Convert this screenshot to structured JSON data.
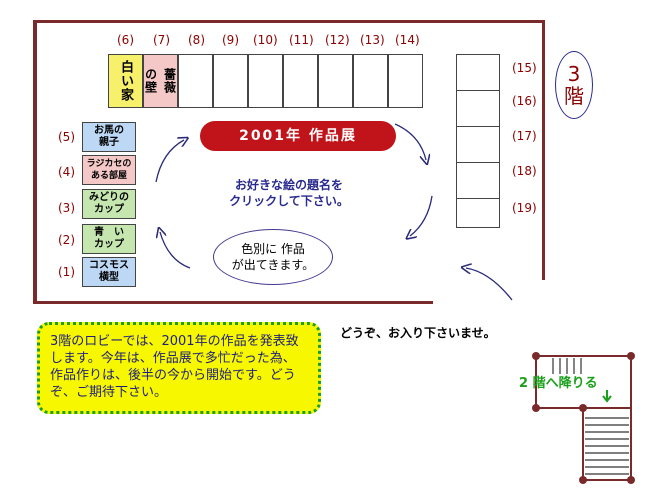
{
  "floor_badge": {
    "number": "3",
    "label": "階"
  },
  "banner": {
    "title": "2001年 作品展"
  },
  "instruction": {
    "line1": "お好きな絵の題名を",
    "line2": "クリックして下さい。"
  },
  "ellipse": {
    "line1": "色別に 作品",
    "line2": "が出てきます。"
  },
  "top_numbers": [
    "(6)",
    "(7)",
    "(8)",
    "(9)",
    "(10)",
    "(11)",
    "(12)",
    "(13)",
    "(14)"
  ],
  "right_numbers": [
    "(15)",
    "(16)",
    "(17)",
    "(18)",
    "(19)"
  ],
  "left_numbers": [
    "(5)",
    "(4)",
    "(3)",
    "(2)",
    "(1)"
  ],
  "works": {
    "w6": "白い家",
    "w7a": "の壁",
    "w7b": "薔薇",
    "w5": [
      "お馬の",
      "親子"
    ],
    "w4": [
      "ラジカセの",
      "ある部屋"
    ],
    "w3": [
      "みどりの",
      "カップ"
    ],
    "w2": [
      "青　い",
      "カップ"
    ],
    "w1": [
      "コスモス",
      "横型"
    ]
  },
  "note": {
    "text": "3階のロビーでは、2001年の作品を発表致します。今年は、作品展で多忙だった為、作品作りは、後半の今から開始です。どうぞ、ご期待下さい。"
  },
  "welcome": {
    "text": "どうぞ、お入り下さいませ。"
  },
  "stairs": {
    "label": "2 階へ降りる"
  },
  "colors": {
    "wall": "#7a2a2a",
    "yellow": "#f7f06a",
    "pink": "#f5c8c8",
    "blue": "#bcd8f5",
    "green": "#c6e6b0",
    "banner": "#c0141a"
  }
}
